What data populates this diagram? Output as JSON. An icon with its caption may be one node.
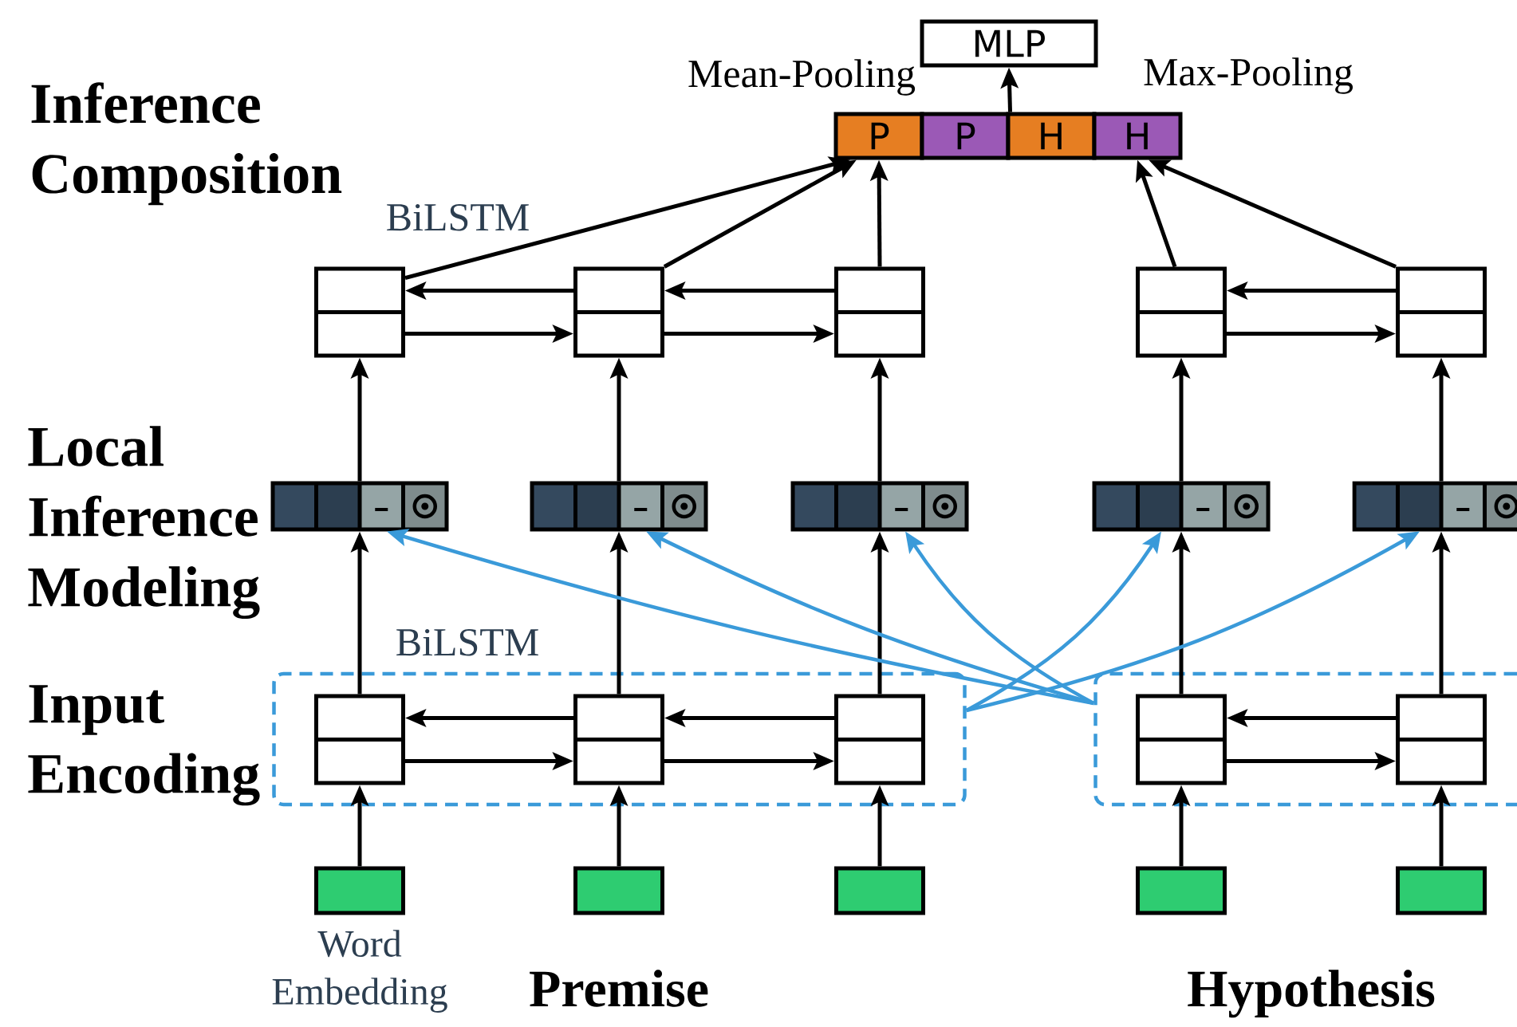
{
  "diagram": {
    "nodes": [
      {
        "text": [
          "MLP"
        ]
      },
      {
        "text": [
          "P"
        ]
      },
      {
        "text": [
          "P"
        ]
      },
      {
        "text": [
          "H"
        ]
      },
      {
        "text": [
          "H"
        ]
      },
      {
        "text": [],
        "shape": "box"
      },
      {
        "text": [],
        "shape": "box"
      },
      {
        "text": [],
        "shape": "box"
      },
      {
        "text": [],
        "shape": "box"
      },
      {
        "text": [],
        "shape": "box"
      },
      {
        "text": [],
        "shape": "bar"
      },
      {
        "text": [],
        "shape": "bar"
      },
      {
        "text": [],
        "shape": "bar"
      },
      {
        "text": [],
        "shape": "bar"
      },
      {
        "text": [],
        "shape": "bar"
      },
      {
        "text": [],
        "shape": "box"
      },
      {
        "text": [],
        "shape": "box"
      },
      {
        "text": [],
        "shape": "box",
        "in": 15
      },
      {
        "text": [],
        "shape": "box",
        "in": 15
      },
      {
        "text": [],
        "shape": "box",
        "in": 15
      },
      {
        "text": [],
        "shape": "box",
        "in": 16
      },
      {
        "text": [],
        "shape": "box",
        "in": 16
      },
      {
        "text": [],
        "shape": "box"
      },
      {
        "text": [],
        "shape": "box"
      },
      {
        "text": [],
        "shape": "box"
      },
      {
        "text": [],
        "shape": "box"
      },
      {
        "text": [],
        "shape": "box"
      }
    ],
    "edges": [
      {
        "from": 2,
        "to": 0,
        "arrow": "to"
      },
      {
        "from": 5,
        "to": 1,
        "arrow": "to"
      },
      {
        "from": 6,
        "to": 1,
        "arrow": "to"
      },
      {
        "from": 7,
        "to": 1,
        "arrow": "to"
      },
      {
        "from": 8,
        "to": 4,
        "arrow": "to"
      },
      {
        "from": 9,
        "to": 4,
        "arrow": "to"
      },
      {
        "from": 6,
        "to": 5,
        "arrow": "to"
      },
      {
        "from": 7,
        "to": 6,
        "arrow": "to"
      },
      {
        "from": 9,
        "to": 8,
        "arrow": "to"
      },
      {
        "from": 5,
        "to": 6,
        "arrow": "to"
      },
      {
        "from": 6,
        "to": 7,
        "arrow": "to"
      },
      {
        "from": 8,
        "to": 9,
        "arrow": "to"
      },
      {
        "from": 10,
        "to": 5,
        "arrow": "to"
      },
      {
        "from": 11,
        "to": 6,
        "arrow": "to"
      },
      {
        "from": 12,
        "to": 7,
        "arrow": "to"
      },
      {
        "from": 13,
        "to": 8,
        "arrow": "to"
      },
      {
        "from": 14,
        "to": 9,
        "arrow": "to"
      },
      {
        "from": 17,
        "to": 10,
        "arrow": "to"
      },
      {
        "from": 18,
        "to": 11,
        "arrow": "to"
      },
      {
        "from": 19,
        "to": 12,
        "arrow": "to"
      },
      {
        "from": 20,
        "to": 13,
        "arrow": "to"
      },
      {
        "from": 21,
        "to": 14,
        "arrow": "to"
      },
      {
        "from": 18,
        "to": 17,
        "arrow": "to"
      },
      {
        "from": 19,
        "to": 18,
        "arrow": "to"
      },
      {
        "from": 21,
        "to": 20,
        "arrow": "to"
      },
      {
        "from": 17,
        "to": 18,
        "arrow": "to"
      },
      {
        "from": 18,
        "to": 19,
        "arrow": "to"
      },
      {
        "from": 20,
        "to": 21,
        "arrow": "to"
      },
      {
        "from": 22,
        "to": 17,
        "arrow": "to"
      },
      {
        "from": 23,
        "to": 18,
        "arrow": "to"
      },
      {
        "from": 24,
        "to": 19,
        "arrow": "to"
      },
      {
        "from": 25,
        "to": 20,
        "arrow": "to"
      },
      {
        "from": 26,
        "to": 21,
        "arrow": "to"
      },
      {
        "from": 16,
        "to": 10,
        "arrow": "to",
        "color": "#3a9ad9"
      },
      {
        "from": 16,
        "to": 11,
        "arrow": "to",
        "color": "#3a9ad9"
      },
      {
        "from": 16,
        "to": 12,
        "arrow": "to",
        "color": "#3a9ad9"
      },
      {
        "from": 15,
        "to": 13,
        "arrow": "to",
        "color": "#3a9ad9"
      },
      {
        "from": 15,
        "to": 14,
        "arrow": "to",
        "color": "#3a9ad9"
      }
    ],
    "labels": [
      "Inference Composition",
      "Mean-Pooling",
      "Max-Pooling",
      "BiLSTM",
      "Local Inference Modeling",
      "BiLSTM",
      "Input Encoding",
      "Word Embedding",
      "Premise",
      "Hypothesis"
    ]
  }
}
